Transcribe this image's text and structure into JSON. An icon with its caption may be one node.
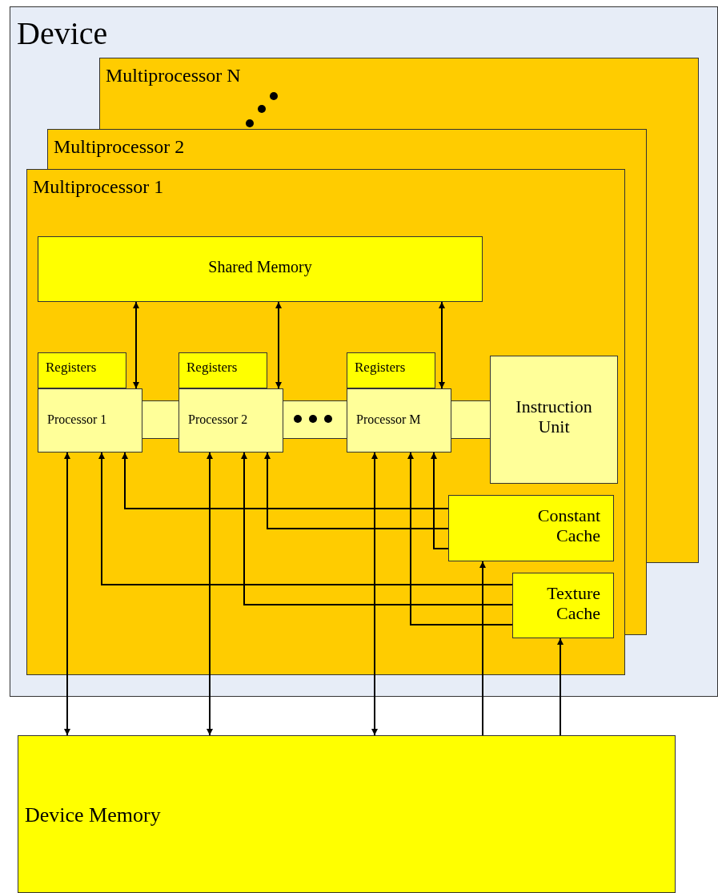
{
  "diagram": {
    "nodes": [
      {
        "text": [
          "Device"
        ]
      },
      {
        "text": [
          "Multiprocessor N"
        ],
        "in": 0
      },
      {
        "text": [
          "Multiprocessor 2"
        ],
        "in": 0
      },
      {
        "text": [
          "Multiprocessor 1"
        ],
        "in": 0
      },
      {
        "text": [
          "Shared Memory"
        ],
        "in": 3
      },
      {
        "text": [
          "Registers"
        ],
        "in": 3
      },
      {
        "text": [
          "Processor 1"
        ],
        "in": 3
      },
      {
        "text": [
          "Registers"
        ],
        "in": 3
      },
      {
        "text": [
          "Processor 2"
        ],
        "in": 3
      },
      {
        "text": [
          "Registers"
        ],
        "in": 3
      },
      {
        "text": [
          "Processor M"
        ],
        "in": 3
      },
      {
        "text": [
          "Instruction Unit"
        ],
        "in": 3
      },
      {
        "text": [
          "Constant Cache"
        ],
        "in": 3
      },
      {
        "text": [
          "Texture Cache"
        ],
        "in": 3
      },
      {
        "text": [
          "Device Memory"
        ]
      }
    ],
    "edges": [
      {
        "from": 4,
        "to": 6,
        "arrow": "both"
      },
      {
        "from": 4,
        "to": 8,
        "arrow": "both"
      },
      {
        "from": 4,
        "to": 10,
        "arrow": "both"
      },
      {
        "from": 14,
        "to": 6,
        "arrow": "both"
      },
      {
        "from": 13,
        "to": 6,
        "arrow": "to"
      },
      {
        "from": 12,
        "to": 6,
        "arrow": "to"
      },
      {
        "from": 14,
        "to": 8,
        "arrow": "both"
      },
      {
        "from": 13,
        "to": 8,
        "arrow": "to"
      },
      {
        "from": 12,
        "to": 8,
        "arrow": "to"
      },
      {
        "from": 14,
        "to": 10,
        "arrow": "both"
      },
      {
        "from": 13,
        "to": 10,
        "arrow": "to"
      },
      {
        "from": 12,
        "to": 10,
        "arrow": "to"
      },
      {
        "from": 14,
        "to": 12,
        "arrow": "to"
      },
      {
        "from": 14,
        "to": 13,
        "arrow": "to"
      }
    ]
  }
}
